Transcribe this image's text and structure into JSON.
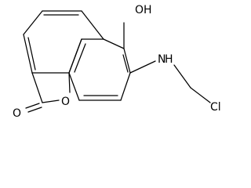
{
  "molecule": {
    "atoms": {
      "hydroxyl": "OH",
      "amine": "H",
      "amine_n": "N",
      "chlorine": "Cl",
      "carbonyl_oxygen": "O",
      "ring_oxygen": "O"
    }
  }
}
